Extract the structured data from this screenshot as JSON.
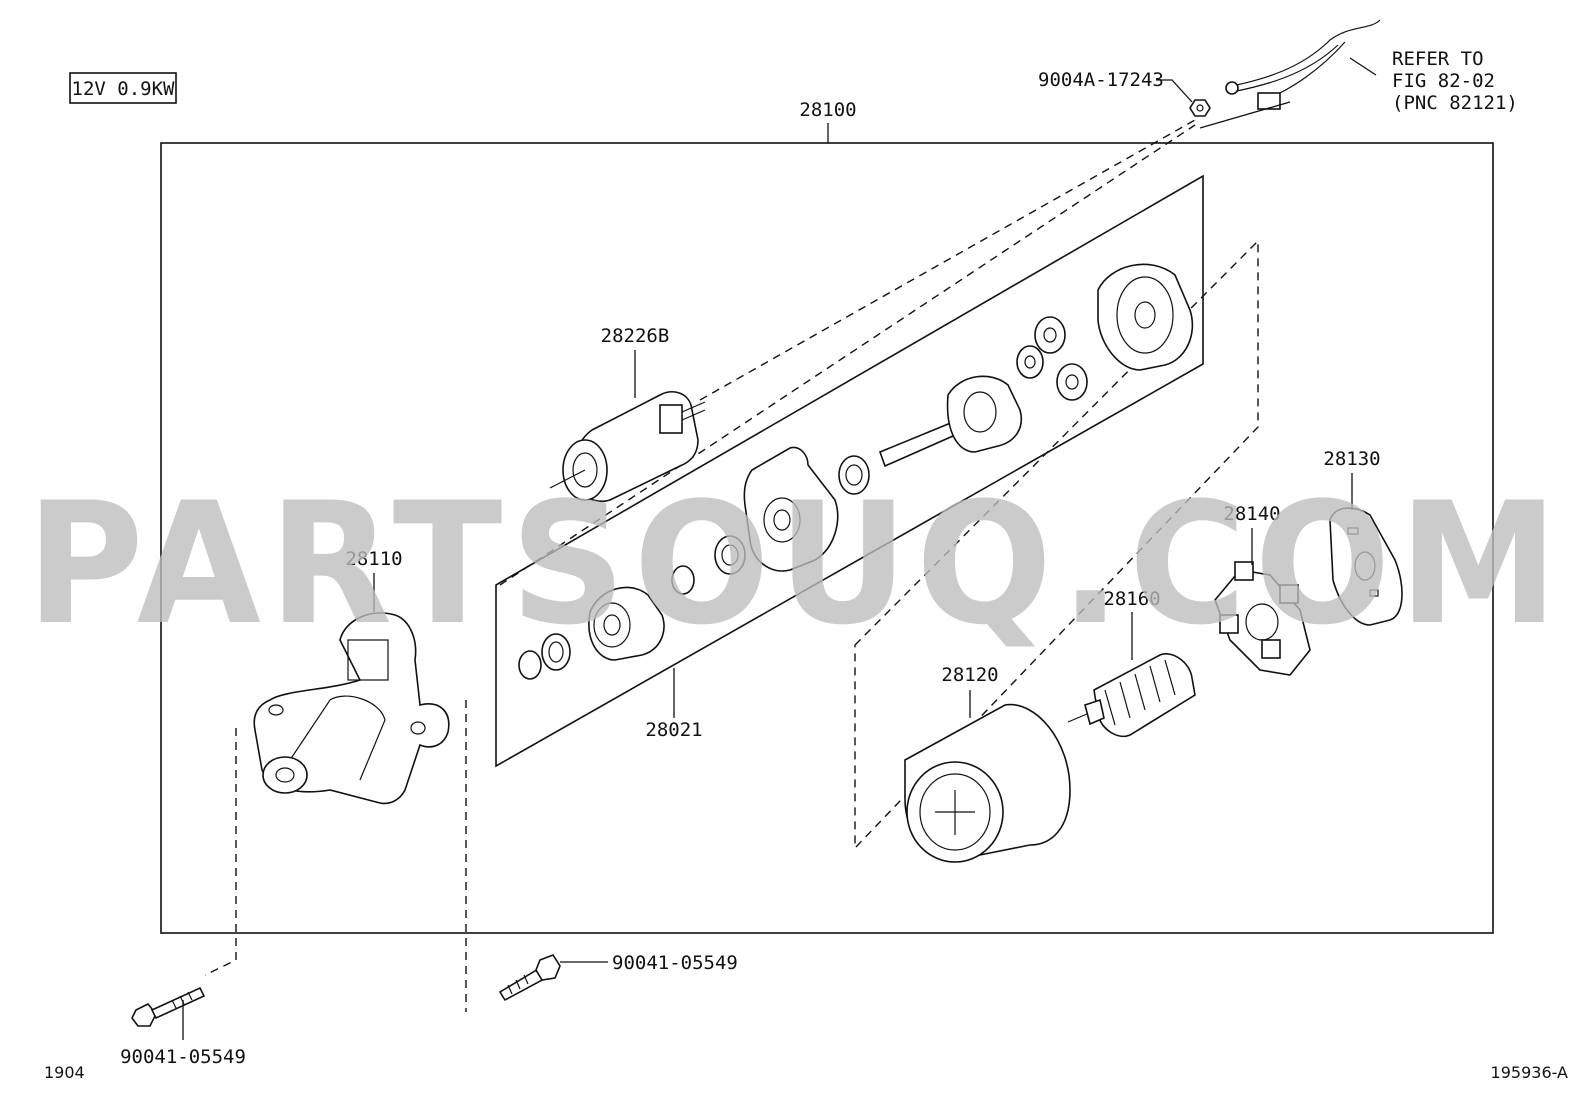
{
  "spec_box": "12V 0.9KW",
  "assembly_number": "28100",
  "labels": {
    "solenoid": "28226B",
    "drive_housing": "28110",
    "clutch_kit": "28021",
    "yoke": "28120",
    "end_frame": "28130",
    "brush_holder": "28140",
    "armature": "28160",
    "nut": "9004A-17243",
    "bolt_upper": "90041-05549",
    "bolt_lower": "90041-05549"
  },
  "refer_note": [
    "REFER TO",
    "FIG 82-02",
    "(PNC 82121)"
  ],
  "watermark": "PARTSOUQ.COM",
  "footer_left": "1904",
  "footer_right": "195936-A"
}
